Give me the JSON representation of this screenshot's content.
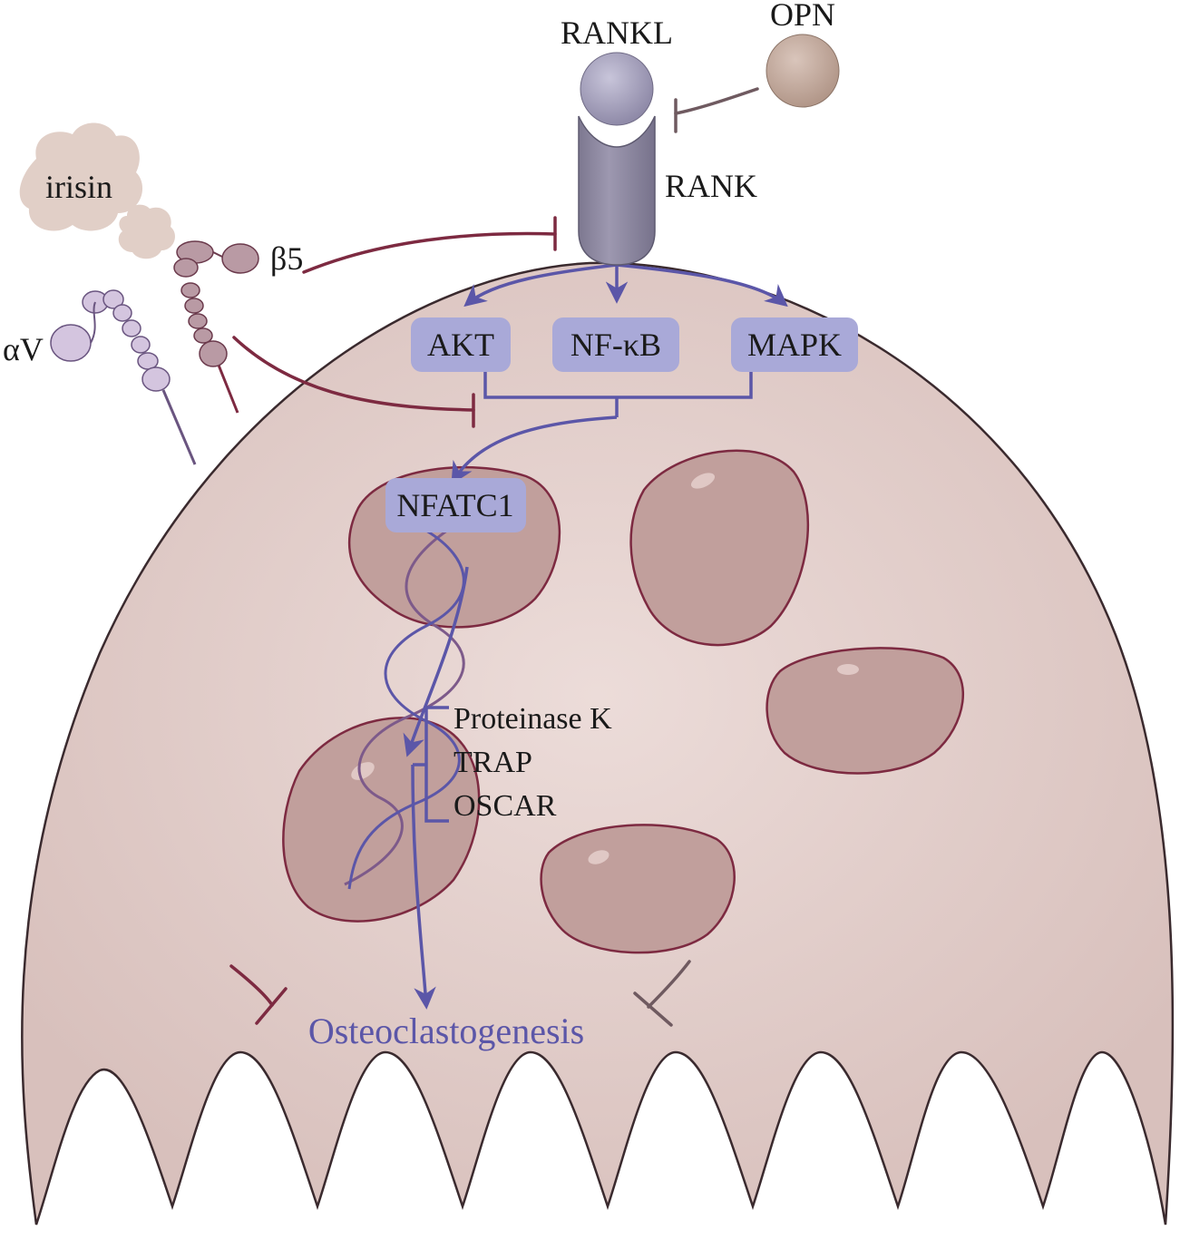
{
  "labels": {
    "rankl": "RANKL",
    "opn": "OPN",
    "rank": "RANK",
    "irisin": "irisin",
    "beta5": "β5",
    "alphaV": "αV"
  },
  "nodes": {
    "akt": "AKT",
    "nfkb": "NF-κB",
    "mapk": "MAPK",
    "nfatc1": "NFATC1"
  },
  "genes": [
    "Proteinase K",
    "TRAP",
    "OSCAR"
  ],
  "outcome": "Osteoclastogenesis",
  "colors": {
    "cell_fill": "#dfc9c6",
    "cell_inner": "#ead9d6",
    "cell_stroke": "#3a2a2e",
    "nucleus_fill": "#c19f9c",
    "nucleus_stroke": "#7d2a41",
    "signal_arrow": "#5b56a8",
    "node_fill": "#a9a9d8",
    "inhibit_irisin": "#7d2a41",
    "inhibit_opn": "#6f5a60",
    "receptor": "#8f8aa3",
    "rankl": "#a9a5bf",
    "opn": "#c9b0a4",
    "irisin": "#e1cfc7",
    "integrin_alpha": "#d4c5df",
    "integrin_beta": "#b99aa4",
    "outcome_text": "#5b56a8"
  }
}
